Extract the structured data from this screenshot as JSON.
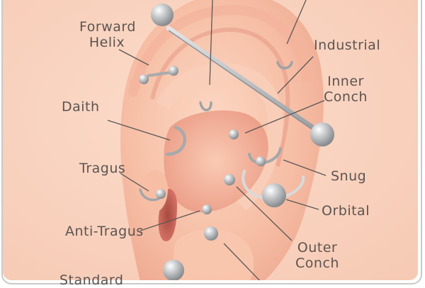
{
  "labels": {
    "forward_helix": [
      "Forward",
      "Helix"
    ],
    "industrial": "Industrial",
    "inner_conch": [
      "Inner",
      "Conch"
    ],
    "daith": "Daith",
    "tragus": "Tragus",
    "snug": "Snug",
    "orbital": "Orbital",
    "anti_tragus": "Anti-Tragus",
    "outer_conch": [
      "Outer",
      "Conch"
    ],
    "standard_partial": "Standard"
  },
  "colors": {
    "background": "#f9d2bf",
    "skin": "#f7c0a6",
    "skin_shadow": "#e48d79",
    "skin_deep": "#d06a5c",
    "metal": "#b4b6b8",
    "metal_dark": "#8f9295",
    "label_text": "#5c5452",
    "leader_line": "#5a5756"
  }
}
